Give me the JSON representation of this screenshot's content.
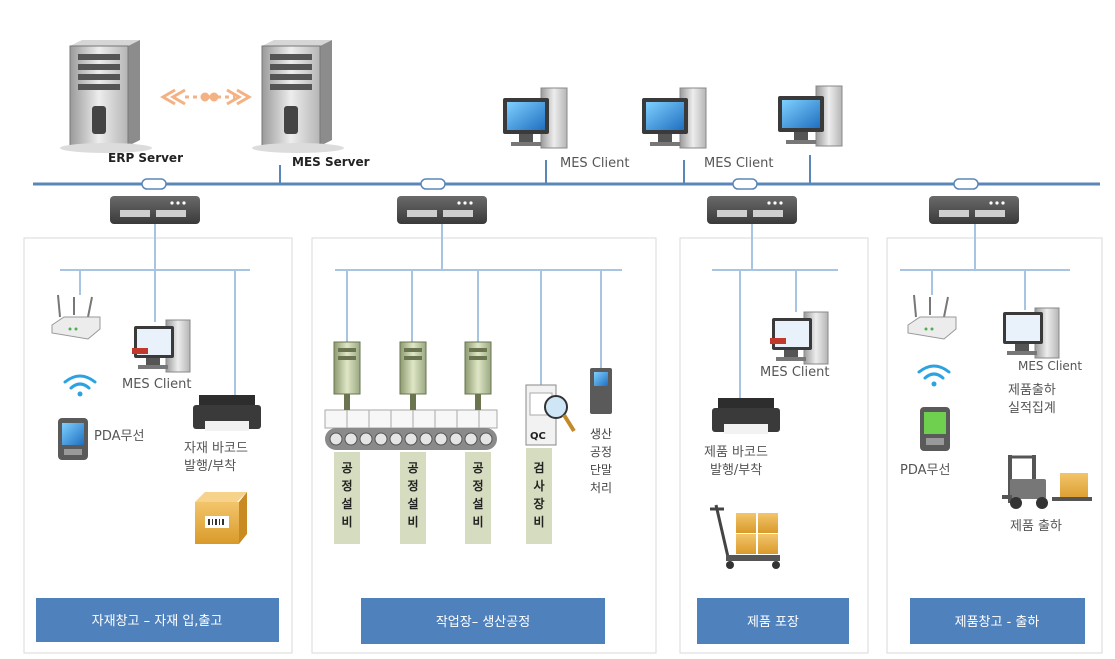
{
  "servers": {
    "erp": "ERP Server",
    "mes": "MES Server"
  },
  "network_clients": [
    "MES Client",
    "MES Client"
  ],
  "zones": [
    {
      "name": "자재창고 – 자재 입,출고",
      "client": "MES Client",
      "pda": "PDA무선",
      "printer_lines": [
        "자재 바코드",
        "발행/부착"
      ]
    },
    {
      "name": "작업장– 생산공정",
      "stations": [
        [
          "공",
          "정",
          "설",
          "비"
        ],
        [
          "공",
          "정",
          "설",
          "비"
        ],
        [
          "공",
          "정",
          "설",
          "비"
        ],
        [
          "검",
          "사",
          "장",
          "비"
        ]
      ],
      "terminal_lines": [
        "생산",
        "공정",
        "단말",
        "처리"
      ],
      "qc": "QC"
    },
    {
      "name": "제품 포장",
      "client": "MES Client",
      "printer_lines": [
        "제품 바코드",
        "발행/부착"
      ]
    },
    {
      "name": "제품창고 - 출하",
      "client": "MES Client",
      "summary_lines": [
        "제품출하",
        "실적집계"
      ],
      "pda": "PDA무선",
      "forklift": "제품 출하"
    }
  ],
  "colors": {
    "network": "#5b87b8",
    "zone_button": "#4f81bd",
    "station": "#d6dcc0"
  }
}
